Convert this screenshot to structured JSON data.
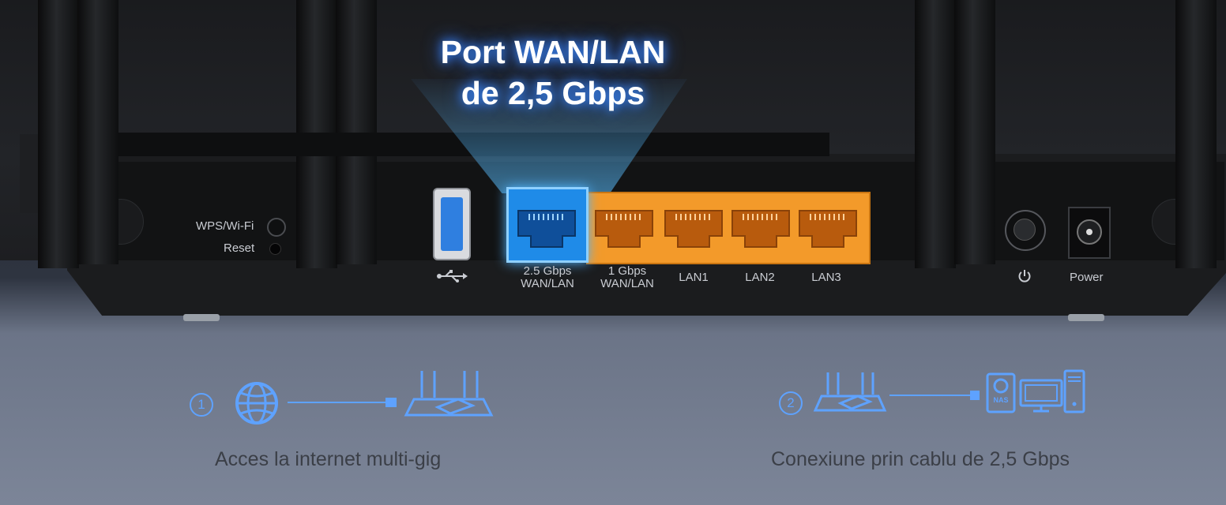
{
  "headline": {
    "line1": "Port WAN/LAN",
    "line2": "de 2,5 Gbps"
  },
  "router": {
    "wps_label": "WPS/Wi-Fi",
    "reset_label": "Reset",
    "ports": [
      {
        "line1": "2.5 Gbps",
        "line2": "WAN/LAN",
        "color": "#1f8be8"
      },
      {
        "line1": "1 Gbps",
        "line2": "WAN/LAN",
        "color": "#f39a2a"
      },
      {
        "line1": "LAN1",
        "line2": "",
        "color": "#f39a2a"
      },
      {
        "line1": "LAN2",
        "line2": "",
        "color": "#f39a2a"
      },
      {
        "line1": "LAN3",
        "line2": "",
        "color": "#f39a2a"
      }
    ],
    "power_label": "Power",
    "usb_icon": "usb-icon",
    "power_icon": "power-icon"
  },
  "steps": [
    {
      "number": "1",
      "caption": "Acces la internet multi-gig",
      "icons": [
        "globe-icon",
        "router-icon"
      ]
    },
    {
      "number": "2",
      "caption": "Conexiune prin cablu de 2,5 Gbps",
      "icons": [
        "router-icon",
        "nas-icon",
        "monitor-icon",
        "pc-tower-icon"
      ],
      "nas_text": "NAS"
    }
  ],
  "colors": {
    "accent_blue": "#5ea2ff",
    "wan_blue": "#1f8be8",
    "lan_orange": "#f39a2a"
  }
}
